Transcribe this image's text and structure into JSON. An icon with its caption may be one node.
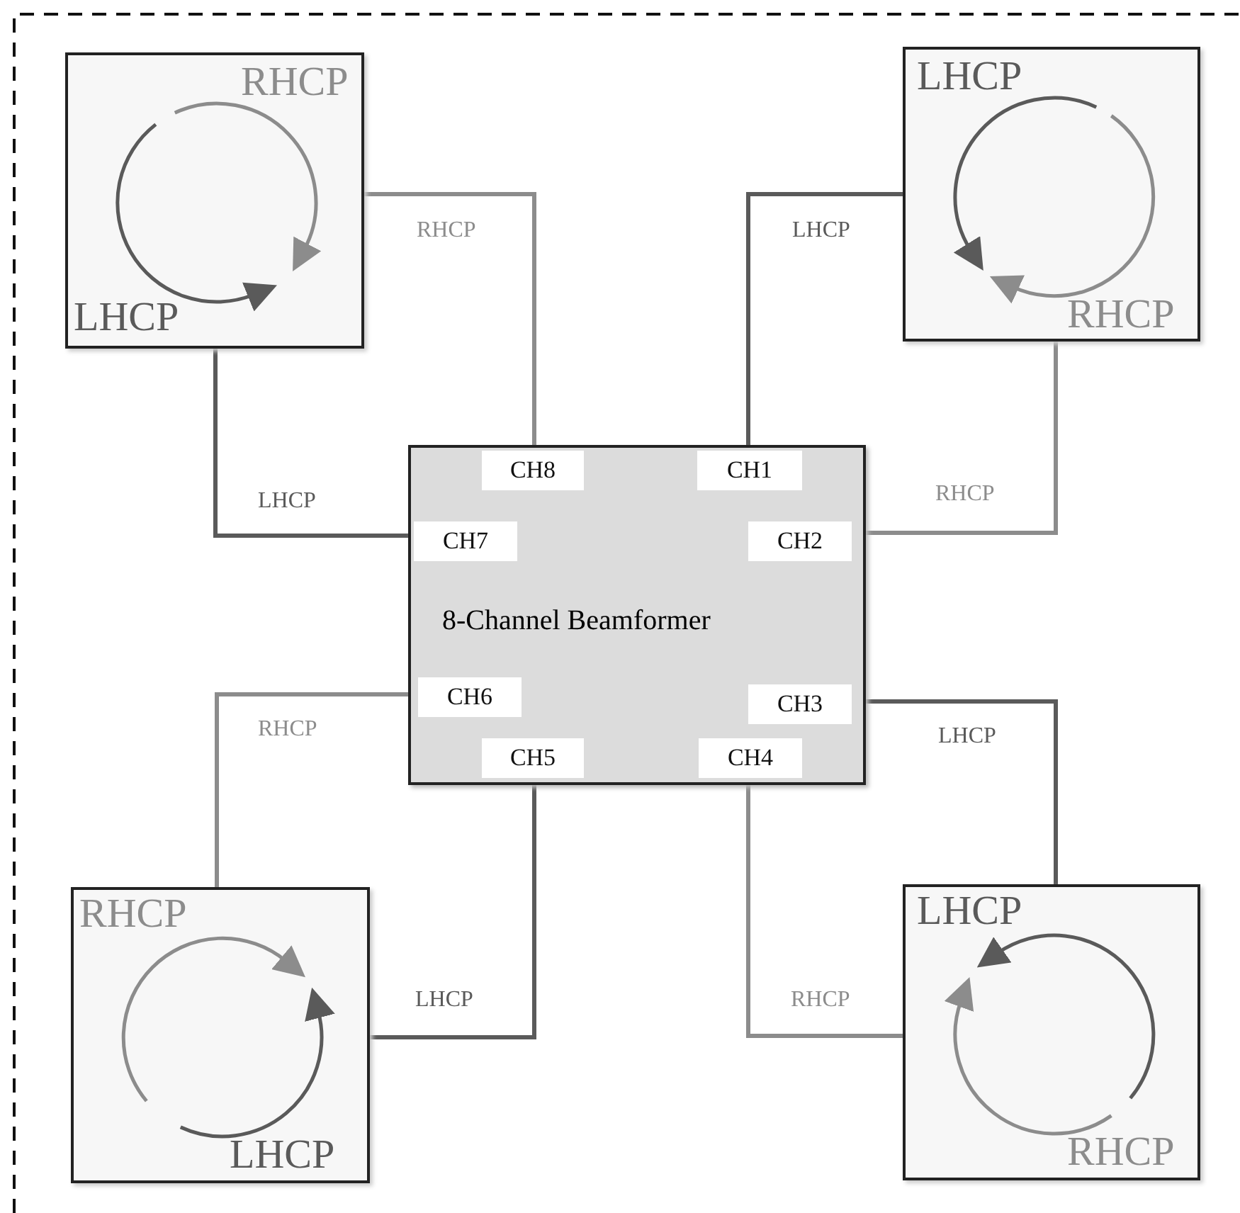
{
  "diagram": {
    "nodes": [
      {
        "text": [
          "RHCP",
          "LHCP"
        ]
      },
      {
        "text": [
          "LHCP",
          "RHCP"
        ]
      },
      {
        "text": [
          "8-Channel Beamformer"
        ]
      },
      {
        "text": [
          "CH8"
        ],
        "in": 2
      },
      {
        "text": [
          "CH1"
        ],
        "in": 2
      },
      {
        "text": [
          "CH7"
        ],
        "in": 2
      },
      {
        "text": [
          "CH2"
        ],
        "in": 2
      },
      {
        "text": [
          "CH6"
        ],
        "in": 2
      },
      {
        "text": [
          "CH3"
        ],
        "in": 2
      },
      {
        "text": [
          "CH5"
        ],
        "in": 2
      },
      {
        "text": [
          "CH4"
        ],
        "in": 2
      },
      {
        "text": [
          "RHCP",
          "LHCP"
        ]
      },
      {
        "text": [
          "LHCP",
          "RHCP"
        ]
      }
    ],
    "edges": [
      {
        "from": 0,
        "to": 3,
        "arrow": "none",
        "label": "RHCP",
        "color": "#8c8c8c"
      },
      {
        "from": 1,
        "to": 4,
        "arrow": "none",
        "label": "LHCP",
        "color": "#5a5a5a"
      },
      {
        "from": 0,
        "to": 5,
        "arrow": "none",
        "label": "LHCP",
        "color": "#5a5a5a"
      },
      {
        "from": 1,
        "to": 6,
        "arrow": "none",
        "label": "RHCP",
        "color": "#8c8c8c"
      },
      {
        "from": 11,
        "to": 7,
        "arrow": "none",
        "label": "RHCP",
        "color": "#8c8c8c"
      },
      {
        "from": 12,
        "to": 8,
        "arrow": "none",
        "label": "LHCP",
        "color": "#5a5a5a"
      },
      {
        "from": 11,
        "to": 9,
        "arrow": "none",
        "label": "LHCP",
        "color": "#5a5a5a"
      },
      {
        "from": 12,
        "to": 10,
        "arrow": "none",
        "label": "RHCP",
        "color": "#8c8c8c"
      }
    ]
  }
}
